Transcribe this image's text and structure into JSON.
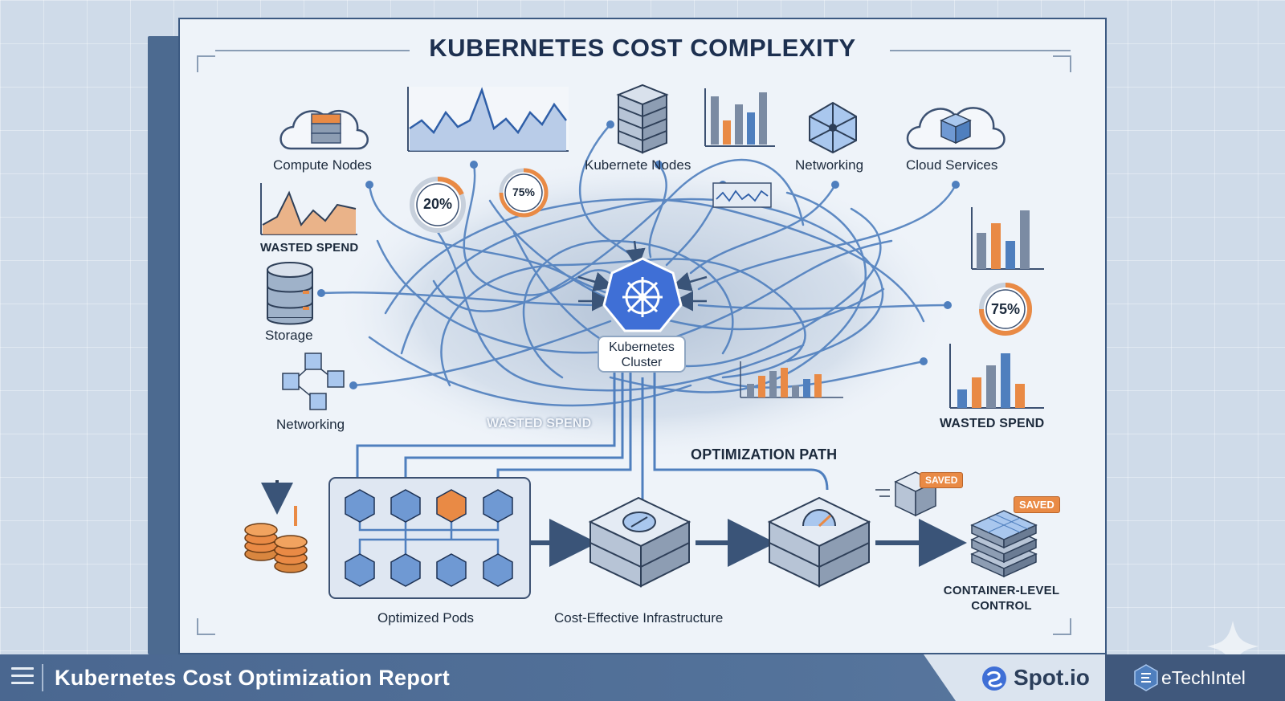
{
  "title": "KUBERNETES COST COMPLEXITY",
  "top_labels": {
    "compute_nodes": "Compute Nodes",
    "kubernete_nodes": "Kubernete Nodes",
    "networking_top": "Networking",
    "cloud_services": "Cloud Services"
  },
  "left_labels": {
    "wasted_spend": "WASTED SPEND",
    "storage": "Storage",
    "networking": "Networking"
  },
  "gauges": {
    "top_left": "20%",
    "top_mid": "75%",
    "right": "75%"
  },
  "cluster": {
    "line1": "Kubernetes",
    "line2": "Cluster"
  },
  "wasted_center": "WASTED SPEND",
  "wasted_right": "WASTED SPEND",
  "optimization_path": "OPTIMIZATION PATH",
  "bottom_labels": {
    "optimized_pods": "Optimized Pods",
    "infrastructure": "Cost-Effective Infrastructure",
    "container_line1": "CONTAINER-LEVEL",
    "container_line2": "CONTROL"
  },
  "badges": {
    "saved_small": "SAVED",
    "saved_large": "SAVED"
  },
  "footer": {
    "report_title": "Kubernetes Cost Optimization Report",
    "brand_spot": "Spot.io",
    "brand_etech": "eTechIntel"
  },
  "colors": {
    "accent_blue": "#3f6fd6",
    "orange": "#e98a45",
    "navy": "#1d3050",
    "line_blue": "#6d9ad3"
  },
  "icons": [
    "menu-icon",
    "cloud-server-icon",
    "line-chart-icon",
    "server-rack-icon",
    "bar-chart-icon",
    "network-sphere-icon",
    "cloud-cube-icon",
    "database-icon",
    "network-cubes-icon",
    "kubernetes-helm-icon",
    "coins-icon",
    "server-gauge-icon",
    "saved-box-icon",
    "spot-logo-icon",
    "etechintel-logo-icon"
  ]
}
